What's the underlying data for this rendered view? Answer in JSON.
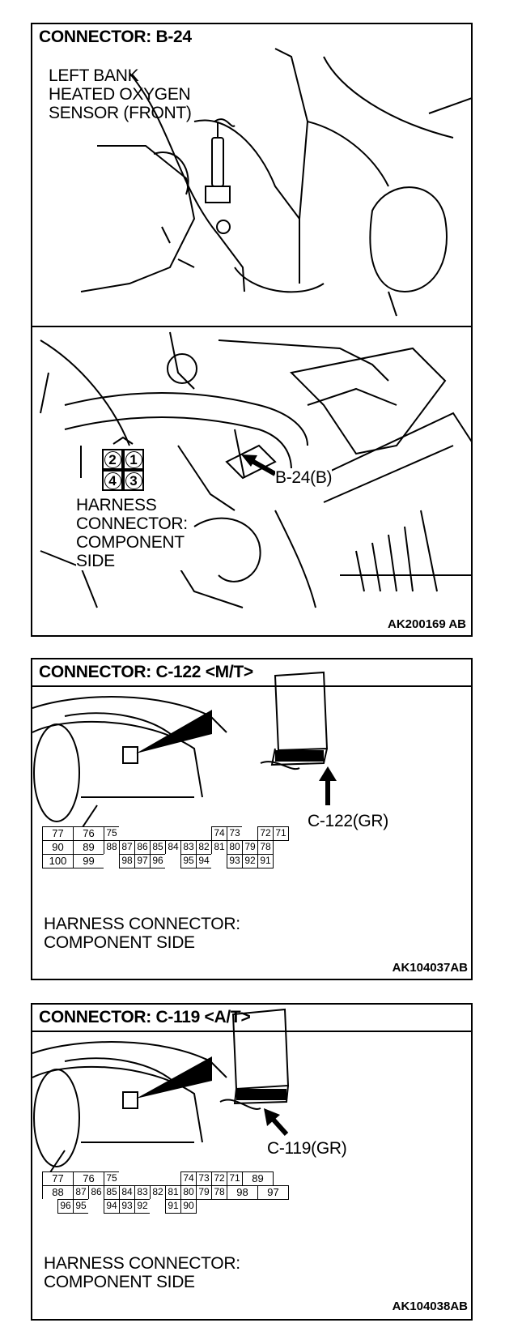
{
  "panels": {
    "b24": {
      "title": "CONNECTOR: B-24",
      "sensor_label": [
        "LEFT BANK",
        "HEATED OXYGEN",
        "SENSOR (FRONT)"
      ],
      "pins": [
        "2",
        "1",
        "4",
        "3"
      ],
      "harness_label": [
        "HARNESS",
        "CONNECTOR:",
        "COMPONENT",
        "SIDE"
      ],
      "callout": "B-24(B)",
      "code": "AK200169 AB"
    },
    "c122": {
      "title": "CONNECTOR: C-122 <M/T>",
      "callout": "C-122(GR)",
      "rows": [
        [
          "77",
          "76",
          "75",
          "",
          "",
          "",
          "",
          "",
          "",
          "74",
          "73",
          "",
          "72",
          "71"
        ],
        [
          "90",
          "89",
          "88",
          "87",
          "86",
          "85",
          "84",
          "83",
          "82",
          "81",
          "80",
          "79",
          "78"
        ],
        [
          "100",
          "99",
          "",
          "98",
          "97",
          "96",
          "",
          "95",
          "94",
          "",
          "93",
          "92",
          "91"
        ]
      ],
      "harness_label": [
        "HARNESS CONNECTOR:",
        "COMPONENT SIDE"
      ],
      "code": "AK104037AB"
    },
    "c119": {
      "title": "CONNECTOR: C-119 <A/T>",
      "callout": "C-119(GR)",
      "rows": [
        [
          "77",
          "76",
          "75",
          "",
          "",
          "",
          "",
          "74",
          "73",
          "72",
          "71"
        ],
        [
          "89",
          "88",
          "87",
          "86",
          "85",
          "84",
          "83",
          "82",
          "81",
          "80",
          "79",
          "78"
        ],
        [
          "98",
          "97",
          "",
          "96",
          "95",
          "",
          "94",
          "93",
          "92",
          "",
          "91",
          "90"
        ]
      ],
      "harness_label": [
        "HARNESS CONNECTOR:",
        "COMPONENT SIDE"
      ],
      "code": "AK104038AB"
    }
  }
}
